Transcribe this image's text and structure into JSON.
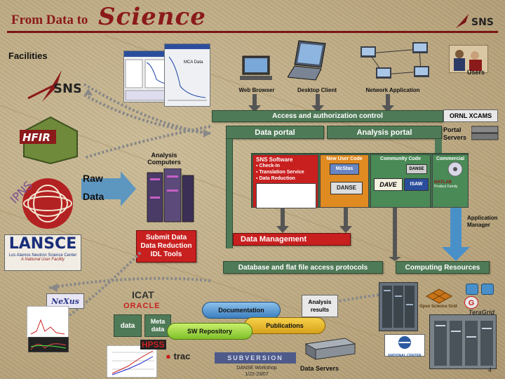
{
  "header": {
    "title_prefix": "From Data to",
    "title_main": "Science",
    "logo": "SNS"
  },
  "left": {
    "facilities": "Facilities",
    "sns": "SNS",
    "hfir": "HFIR",
    "ipns": "IPNS",
    "lansce": "LANSCE",
    "lansce_sub": "Los Alamos Neutron Science Center",
    "lansce_sub2": "A National User Facility",
    "raw": "Raw",
    "data": "Data",
    "analysis_computers_1": "Analysis",
    "analysis_computers_2": "Computers"
  },
  "top": {
    "mca_data": "MCA Data",
    "web_browser": "Web Browser",
    "desktop_client": "Desktop Client",
    "network_application": "Network Application",
    "users": "Users"
  },
  "bars": {
    "access": "Access and authorization control",
    "ornl_xcams": "ORNL XCAMS",
    "data_portal": "Data portal",
    "analysis_portal": "Analysis portal",
    "portal_servers_1": "Portal",
    "portal_servers_2": "Servers",
    "data_management": "Data Management",
    "database": "Database and flat file access protocols",
    "computing": "Computing Resources",
    "application_manager_1": "Application",
    "application_manager_2": "Manager"
  },
  "submit": {
    "line1": "Submit Data",
    "line2": "Data Reduction",
    "line3": "IDL Tools"
  },
  "sns_software": {
    "title": "SNS Software",
    "items": [
      "Check-In",
      "Translation Service",
      "Data Reduction"
    ]
  },
  "codes": {
    "new_user": "New User Code",
    "community": "Community Code",
    "commercial": "Commercial",
    "mcstas": "McStas",
    "danse": "DANSE",
    "dave": "DAVE",
    "isaw": "ISAW",
    "matlab": "MATLAB",
    "matlab_sub": "Product Family"
  },
  "bottom": {
    "nexus": "NeXus",
    "icat": "ICAT",
    "oracle": "ORACLE",
    "data": "data",
    "meta_1": "Meta",
    "meta_2": "data",
    "hpss": "HPSS",
    "trac": "trac",
    "subversion": "SUBVERSION",
    "documentation": "Documentation",
    "analysis_results_1": "Analysis",
    "analysis_results_2": "results",
    "publications": "Publications",
    "sw_repository": "SW Repository",
    "data_servers": "Data Servers",
    "open_science_grid": "Open Science Grid",
    "teragrid": "TeraGrid",
    "national_center": "NATIONAL CENTER"
  },
  "footer": {
    "event": "DANSE Workshop",
    "date": "1/22-23/07",
    "page": "4"
  }
}
